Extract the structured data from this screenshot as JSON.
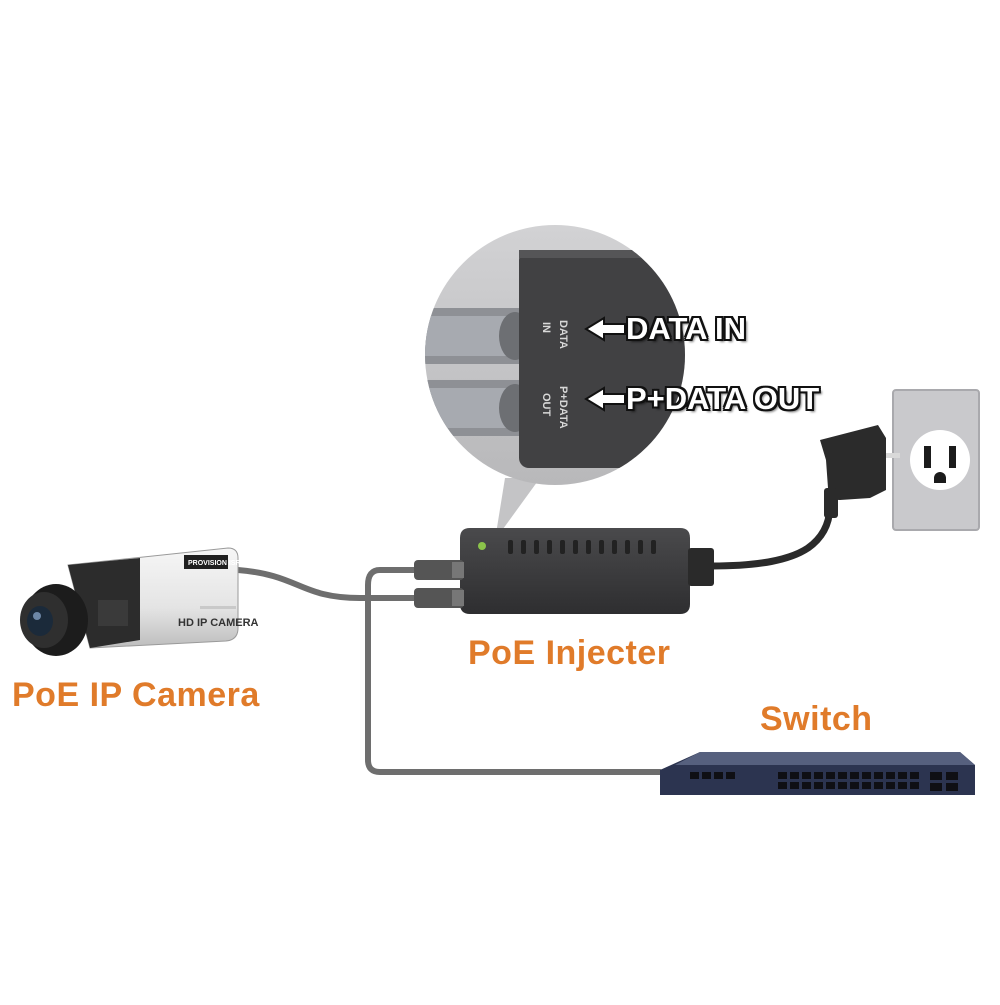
{
  "labels": {
    "camera": "PoE IP Camera",
    "injector": "PoE Injecter",
    "switch": "Switch"
  },
  "callouts": {
    "data_in": "DATA IN",
    "pdata_out": "P+DATA OUT"
  },
  "injector_ports": {
    "in_label_1": "DATA",
    "in_label_2": "IN",
    "out_label_1": "P+DATA",
    "out_label_2": "OUT"
  },
  "camera_text": {
    "brand": "PROVISION ISR",
    "model": "HD IP CAMERA"
  },
  "colors": {
    "label_orange": "#e07b2a",
    "cable_gray": "#6e6e6e",
    "device_dark": "#3b3b3d",
    "switch_blue": "#2c3450",
    "wall_plate": "#c9c9cc"
  },
  "icons": [
    "arrow-left-icon",
    "wall-outlet-icon",
    "power-plug-icon",
    "rj45-connector-icon"
  ]
}
